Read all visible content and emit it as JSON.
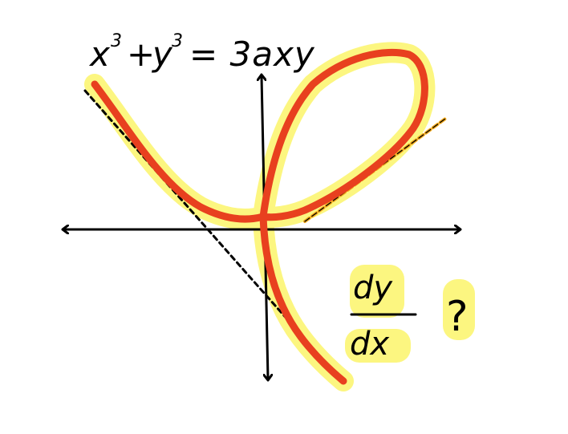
{
  "equation": {
    "x_term": "x",
    "x_exp": "3",
    "plus": "+",
    "y_term": "y",
    "y_exp": "3",
    "rhs": "= 3axy"
  },
  "question": {
    "numerator": "dy",
    "denominator": "dx",
    "mark": "?"
  },
  "colors": {
    "curve": "#e8401f",
    "highlight": "#fbf56a",
    "tangent": "#f2a81a",
    "axes": "#000000",
    "asymptote": "#000000"
  }
}
